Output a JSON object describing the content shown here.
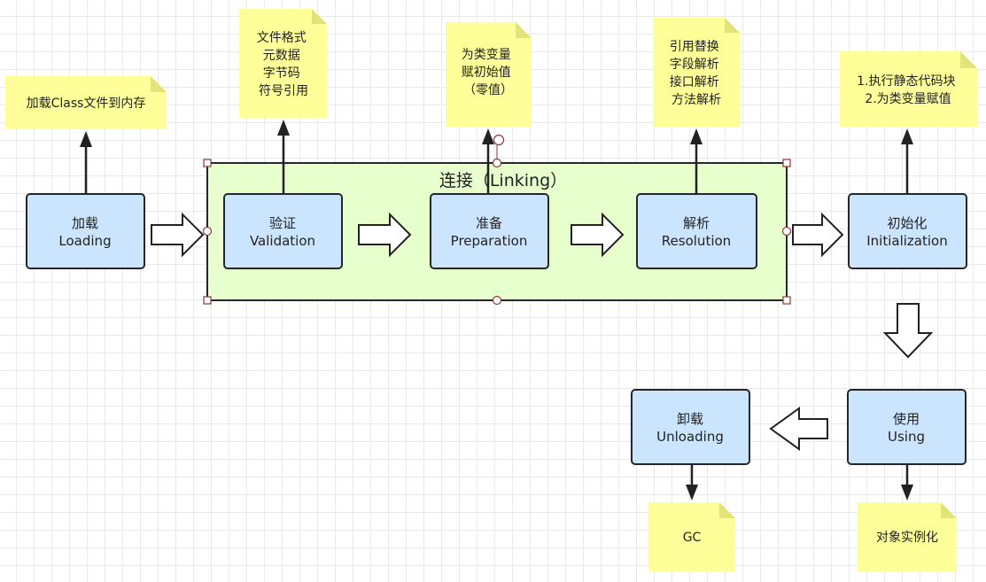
{
  "group": {
    "title": "连接（Linking）"
  },
  "nodes": {
    "loading": {
      "line1": "加载",
      "line2": "Loading"
    },
    "validation": {
      "line1": "验证",
      "line2": "Validation"
    },
    "preparation": {
      "line1": "准备",
      "line2": "Preparation"
    },
    "resolution": {
      "line1": "解析",
      "line2": "Resolution"
    },
    "initialization": {
      "line1": "初始化",
      "line2": "Initialization"
    },
    "using": {
      "line1": "使用",
      "line2": "Using"
    },
    "unloading": {
      "line1": "卸载",
      "line2": "Unloading"
    }
  },
  "notes": {
    "loading": {
      "lines": [
        "加载Class文件到内存"
      ]
    },
    "validation": {
      "lines": [
        "文件格式",
        "元数据",
        "字节码",
        "符号引用"
      ]
    },
    "preparation": {
      "lines": [
        "为类变量",
        "赋初始值",
        "（零值）"
      ]
    },
    "resolution": {
      "lines": [
        "引用替换",
        "字段解析",
        "接口解析",
        "方法解析"
      ]
    },
    "initialization": {
      "lines": [
        "1.执行静态代码块",
        "2.为类变量赋值"
      ]
    },
    "unloading": {
      "lines": [
        "GC"
      ]
    },
    "using": {
      "lines": [
        "对象实例化"
      ]
    }
  },
  "colors": {
    "node_fill": "#cce5ff",
    "note_fill": "#ffff99",
    "group_fill": "#e6ffcc",
    "stroke": "#262626"
  }
}
